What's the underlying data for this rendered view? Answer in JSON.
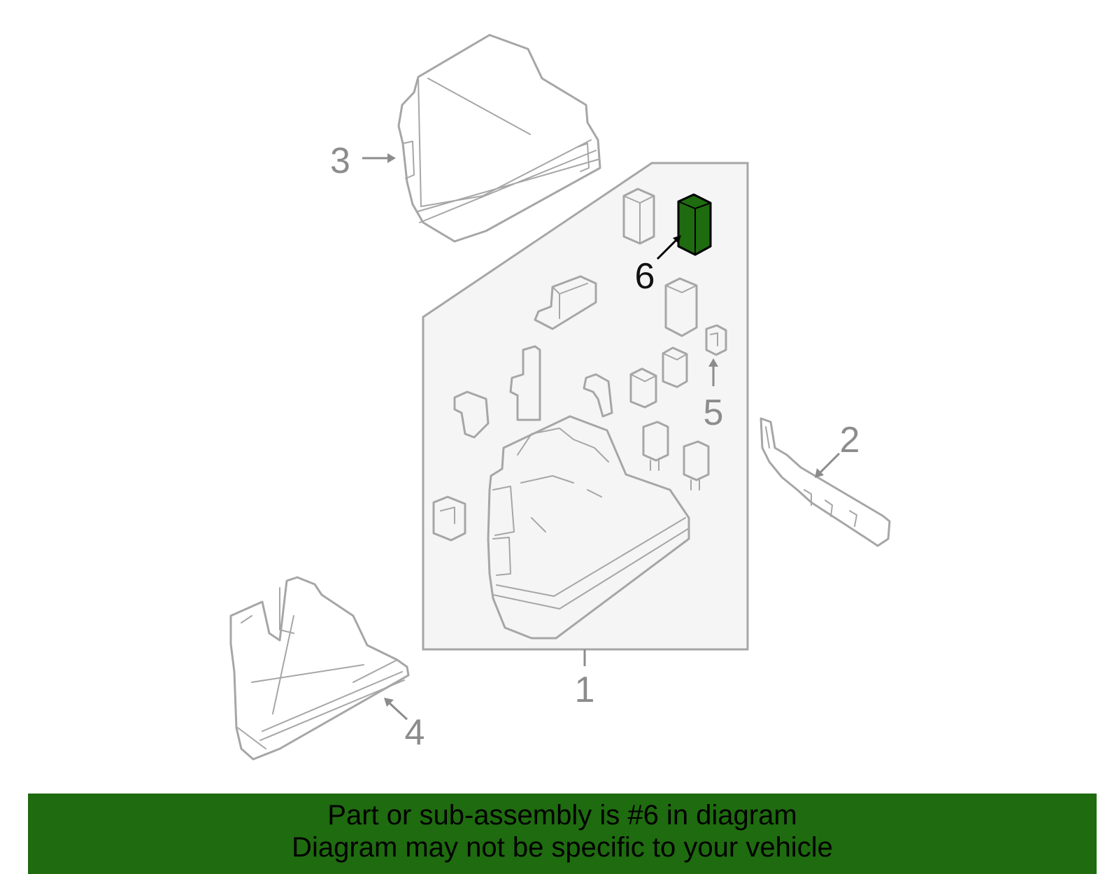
{
  "diagram": {
    "callouts": [
      {
        "id": "1",
        "label": "1"
      },
      {
        "id": "2",
        "label": "2"
      },
      {
        "id": "3",
        "label": "3"
      },
      {
        "id": "4",
        "label": "4"
      },
      {
        "id": "5",
        "label": "5"
      },
      {
        "id": "6",
        "label": "6",
        "highlighted": true
      }
    ],
    "colors": {
      "line": "#a6a6a6",
      "callout_text": "#8c8c8c",
      "highlight_fill": "#1f6b10",
      "panel_fill": "#f5f5f5",
      "banner_bg": "#1f6b10"
    }
  },
  "banner": {
    "line1": "Part or sub-assembly is #6 in diagram",
    "line2": "Diagram may not be specific to your vehicle"
  }
}
